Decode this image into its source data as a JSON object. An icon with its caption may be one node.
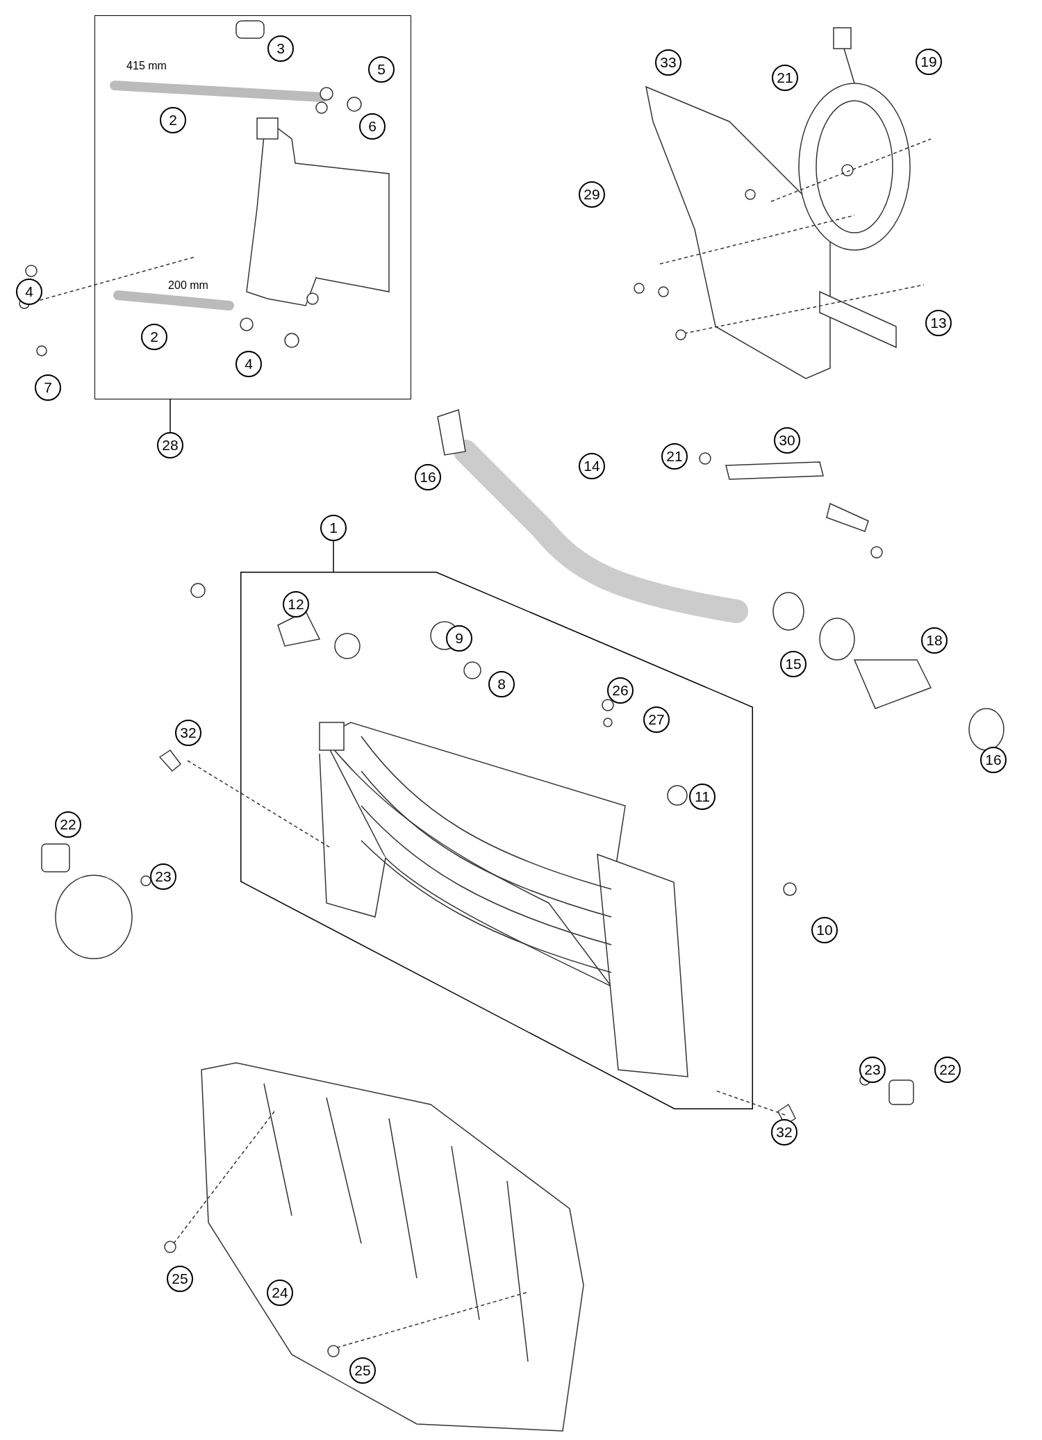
{
  "diagram": {
    "nodes": [
      {
        "text": [],
        "shape": "box"
      },
      {
        "text": [
          "3"
        ],
        "in": 0
      },
      {
        "text": [
          "5"
        ],
        "in": 0
      },
      {
        "text": [
          "33"
        ]
      },
      {
        "text": [
          "21"
        ]
      },
      {
        "text": [
          "19"
        ]
      },
      {
        "text": [
          "2"
        ],
        "in": 0
      },
      {
        "text": [
          "6"
        ],
        "in": 0
      },
      {
        "text": [
          "29"
        ]
      },
      {
        "text": [
          "4"
        ]
      },
      {
        "text": [
          "13"
        ]
      },
      {
        "text": [
          "2"
        ],
        "in": 0
      },
      {
        "text": [
          "4"
        ],
        "in": 0
      },
      {
        "text": [
          "7"
        ]
      },
      {
        "text": [
          "28"
        ]
      },
      {
        "text": [
          "21"
        ]
      },
      {
        "text": [
          "30"
        ]
      },
      {
        "text": [
          "14"
        ]
      },
      {
        "text": [
          "16"
        ]
      },
      {
        "text": [
          "1"
        ]
      },
      {
        "text": [],
        "shape": "polygon"
      },
      {
        "text": [
          "12"
        ],
        "in": 20
      },
      {
        "text": [
          "9"
        ],
        "in": 20
      },
      {
        "text": [
          "18"
        ]
      },
      {
        "text": [
          "15"
        ]
      },
      {
        "text": [
          "8"
        ],
        "in": 20
      },
      {
        "text": [
          "26"
        ],
        "in": 20
      },
      {
        "text": [
          "27"
        ],
        "in": 20
      },
      {
        "text": [
          "32"
        ]
      },
      {
        "text": [
          "16"
        ]
      },
      {
        "text": [
          "11"
        ],
        "in": 20
      },
      {
        "text": [
          "22"
        ]
      },
      {
        "text": [
          "23"
        ]
      },
      {
        "text": [
          "10"
        ]
      },
      {
        "text": [
          "23"
        ]
      },
      {
        "text": [
          "22"
        ]
      },
      {
        "text": [
          "32"
        ]
      },
      {
        "text": [
          "25"
        ]
      },
      {
        "text": [
          "24"
        ]
      },
      {
        "text": [
          "25"
        ]
      }
    ],
    "edges": [
      {
        "from": 14,
        "to": 0,
        "arrow": "none"
      },
      {
        "from": 19,
        "to": 20,
        "arrow": "none"
      }
    ],
    "labels": [
      "415 mm",
      "200 mm"
    ]
  }
}
